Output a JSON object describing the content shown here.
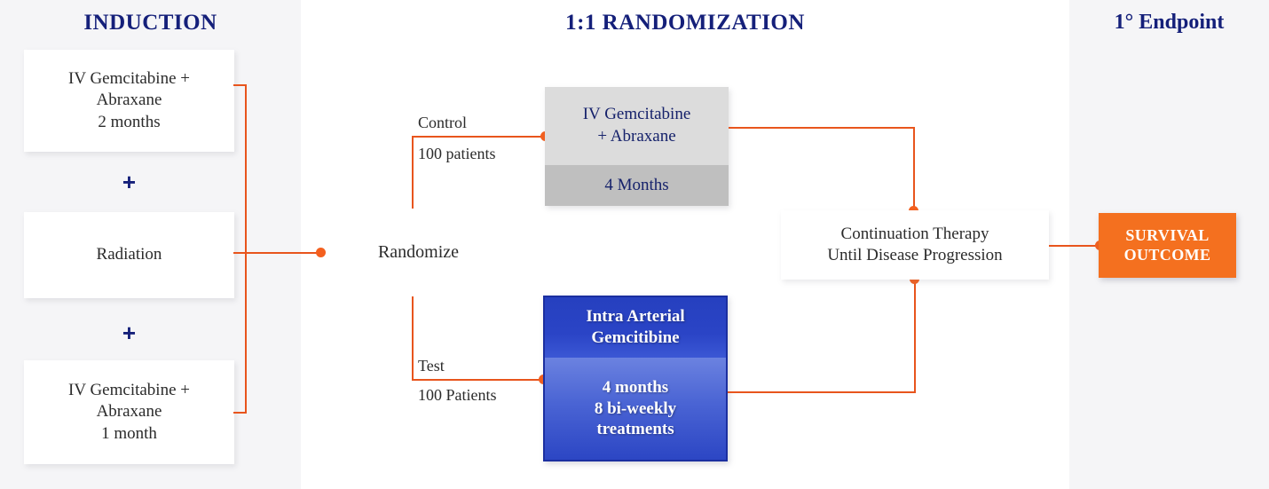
{
  "columns": {
    "induction": {
      "header": "INDUCTION"
    },
    "randomization": {
      "header": "1:1 RANDOMIZATION"
    },
    "endpoint": {
      "header": "1° Endpoint"
    }
  },
  "induction": {
    "boxes": [
      {
        "line1": "IV Gemcitabine +",
        "line2": "Abraxane",
        "line3": "2 months"
      },
      {
        "line1": "Radiation"
      },
      {
        "line1": "IV Gemcitabine +",
        "line2": "Abraxane",
        "line3": "1 month"
      }
    ],
    "plus": "+"
  },
  "randomization": {
    "diamond_label": "Randomize",
    "control": {
      "arm_label": "Control",
      "patients_label": "100 patients",
      "title_line1": "IV Gemcitabine",
      "title_line2": "+ Abraxane",
      "duration": "4 Months"
    },
    "test": {
      "arm_label": "Test",
      "patients_label": "100 Patients",
      "title_line1": "Intra Arterial",
      "title_line2": "Gemcitibine",
      "detail_line1": "4 months",
      "detail_line2": "8 bi-weekly",
      "detail_line3": "treatments"
    },
    "continuation": {
      "line1": "Continuation Therapy",
      "line2": "Until Disease Progression"
    }
  },
  "endpoint": {
    "survival": {
      "line1": "SURVIVAL",
      "line2": "OUTCOME"
    }
  },
  "colors": {
    "header_navy": "#15207a",
    "connector_orange": "#e8551d",
    "dot_orange": "#f4601f",
    "survival_orange": "#f4701f",
    "control_top_gray": "#dcdcdc",
    "control_bottom_gray": "#bfbfbf",
    "test_dark_blue": "#2640bf",
    "test_light_blue": "#6b82e0",
    "panel_background": "#f5f5f7"
  }
}
